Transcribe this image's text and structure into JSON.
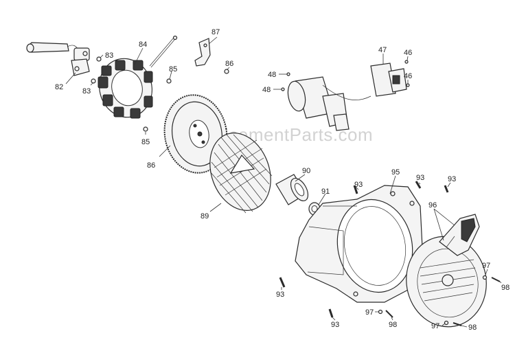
{
  "watermark": "eReplacementParts.com",
  "labels": {
    "l82": "82",
    "l83a": "83",
    "l83b": "83",
    "l84": "84",
    "l85a": "85",
    "l85b": "85",
    "l86a": "86",
    "l86b": "86",
    "l87": "87",
    "l48a": "48",
    "l48b": "48",
    "l47": "47",
    "l46a": "46",
    "l46b": "46",
    "l89": "89",
    "l90": "90",
    "l91": "91",
    "l93a": "93",
    "l93b": "93",
    "l93c": "93",
    "l93d": "93",
    "l93e": "93",
    "l95": "95",
    "l96": "96",
    "l97a": "97",
    "l97b": "97",
    "l97c": "97",
    "l98a": "98",
    "l98b": "98",
    "l98c": "98"
  }
}
